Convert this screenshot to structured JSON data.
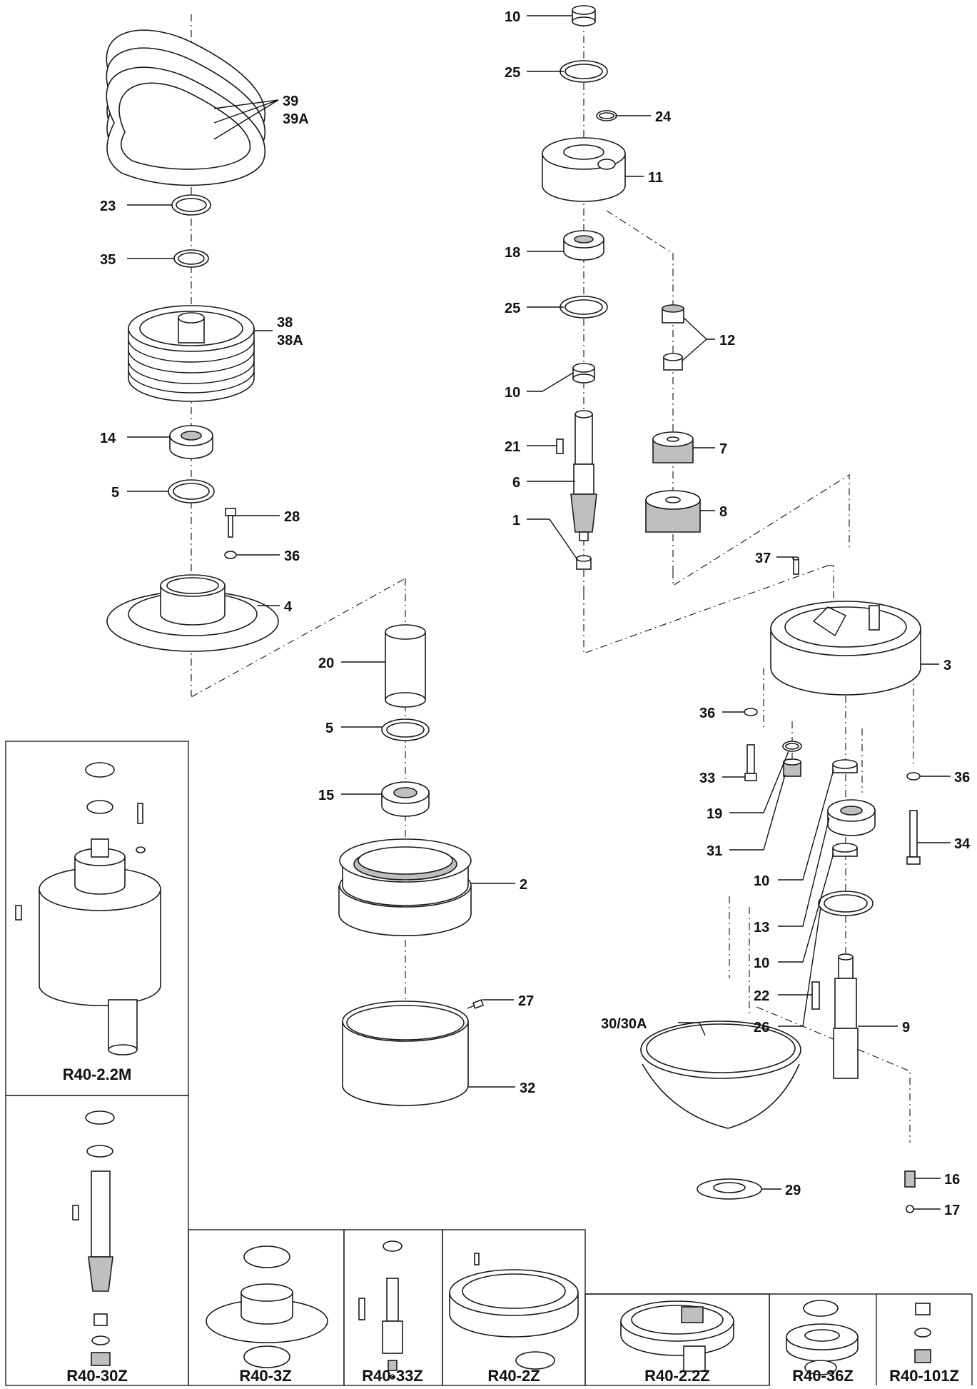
{
  "labels": {
    "p1": "1",
    "p2": "2",
    "p3": "3",
    "p4": "4",
    "p5a": "5",
    "p5b": "5",
    "p6": "6",
    "p7": "7",
    "p8": "8",
    "p9": "9",
    "p10a": "10",
    "p10b": "10",
    "p10c": "10",
    "p10d": "10",
    "p11": "11",
    "p12": "12",
    "p13": "13",
    "p14": "14",
    "p15": "15",
    "p16": "16",
    "p17": "17",
    "p18": "18",
    "p19": "19",
    "p20": "20",
    "p21": "21",
    "p22": "22",
    "p23": "23",
    "p24": "24",
    "p25a": "25",
    "p25b": "25",
    "p26": "26",
    "p27": "27",
    "p28": "28",
    "p29": "29",
    "p30": "30/30A",
    "p31": "31",
    "p32": "32",
    "p33": "33",
    "p34": "34",
    "p35": "35",
    "p36a": "36",
    "p36b": "36",
    "p36c": "36",
    "p37": "37",
    "p38": "38",
    "p38a": "38A",
    "p39": "39",
    "p39a": "39A"
  },
  "kits": {
    "k1": "R40-2.2M",
    "k2": "R40-30Z",
    "k3": "R40-3Z",
    "k4": "R40-33Z",
    "k5": "R40-2Z",
    "k6": "R40-2.2Z",
    "k7": "R40-36Z",
    "k8": "R40-101Z"
  }
}
